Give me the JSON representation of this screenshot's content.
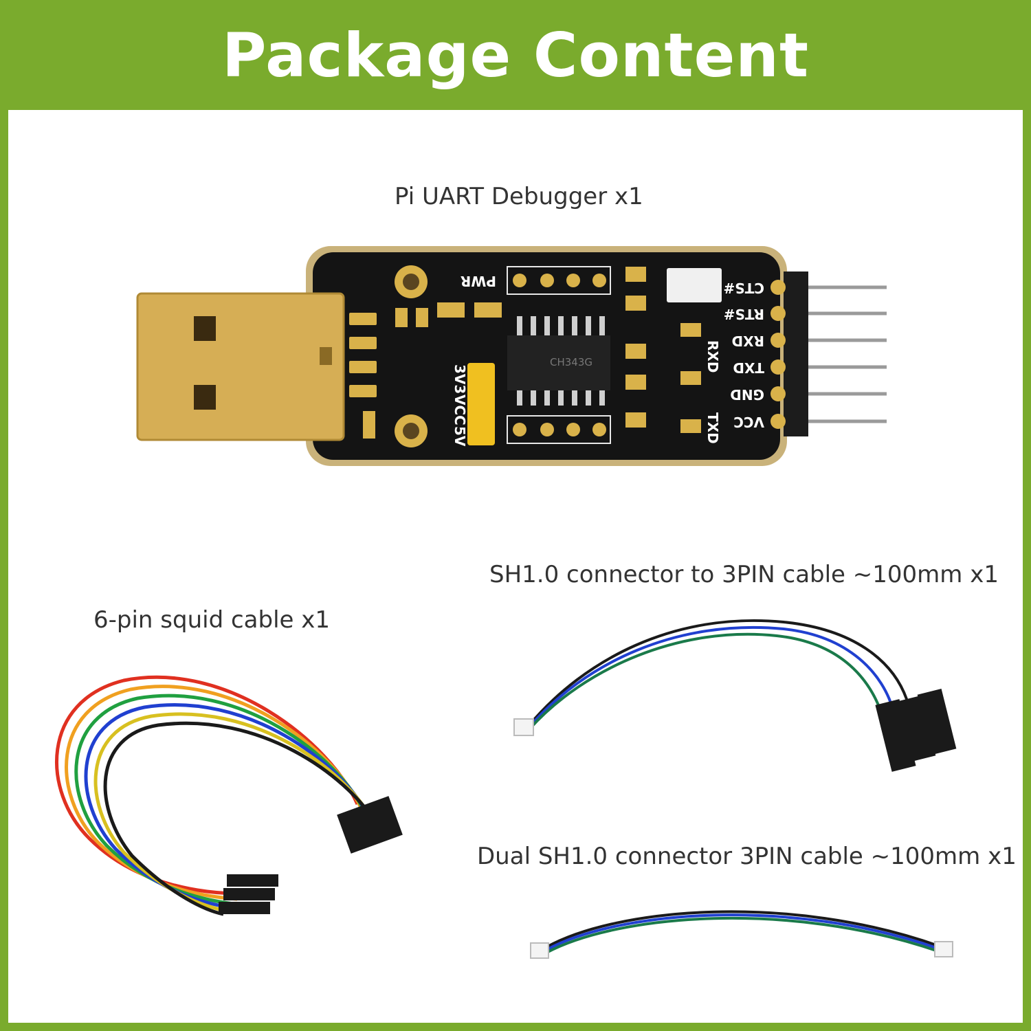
{
  "header": {
    "title": "Package Content"
  },
  "items": [
    {
      "label": "Pi UART Debugger x1"
    },
    {
      "label": "SH1.0 connector to 3PIN cable ~100mm x1"
    },
    {
      "label": "6-pin squid cable x1"
    },
    {
      "label": "Dual SH1.0 connector 3PIN cable ~100mm x1"
    }
  ],
  "board": {
    "chip_label": "CH343G",
    "jumper_labels": [
      "3V3",
      "VCC",
      "5V"
    ],
    "pwr_label": "PWR",
    "pin_labels": [
      "CTS#",
      "RTS#",
      "RXD",
      "TXD",
      "GND",
      "VCC"
    ],
    "led_labels": [
      "RXD",
      "TXD"
    ]
  },
  "colors": {
    "brand_green": "#7aab2d",
    "pcb_black": "#141414",
    "gold": "#d9b24a"
  }
}
